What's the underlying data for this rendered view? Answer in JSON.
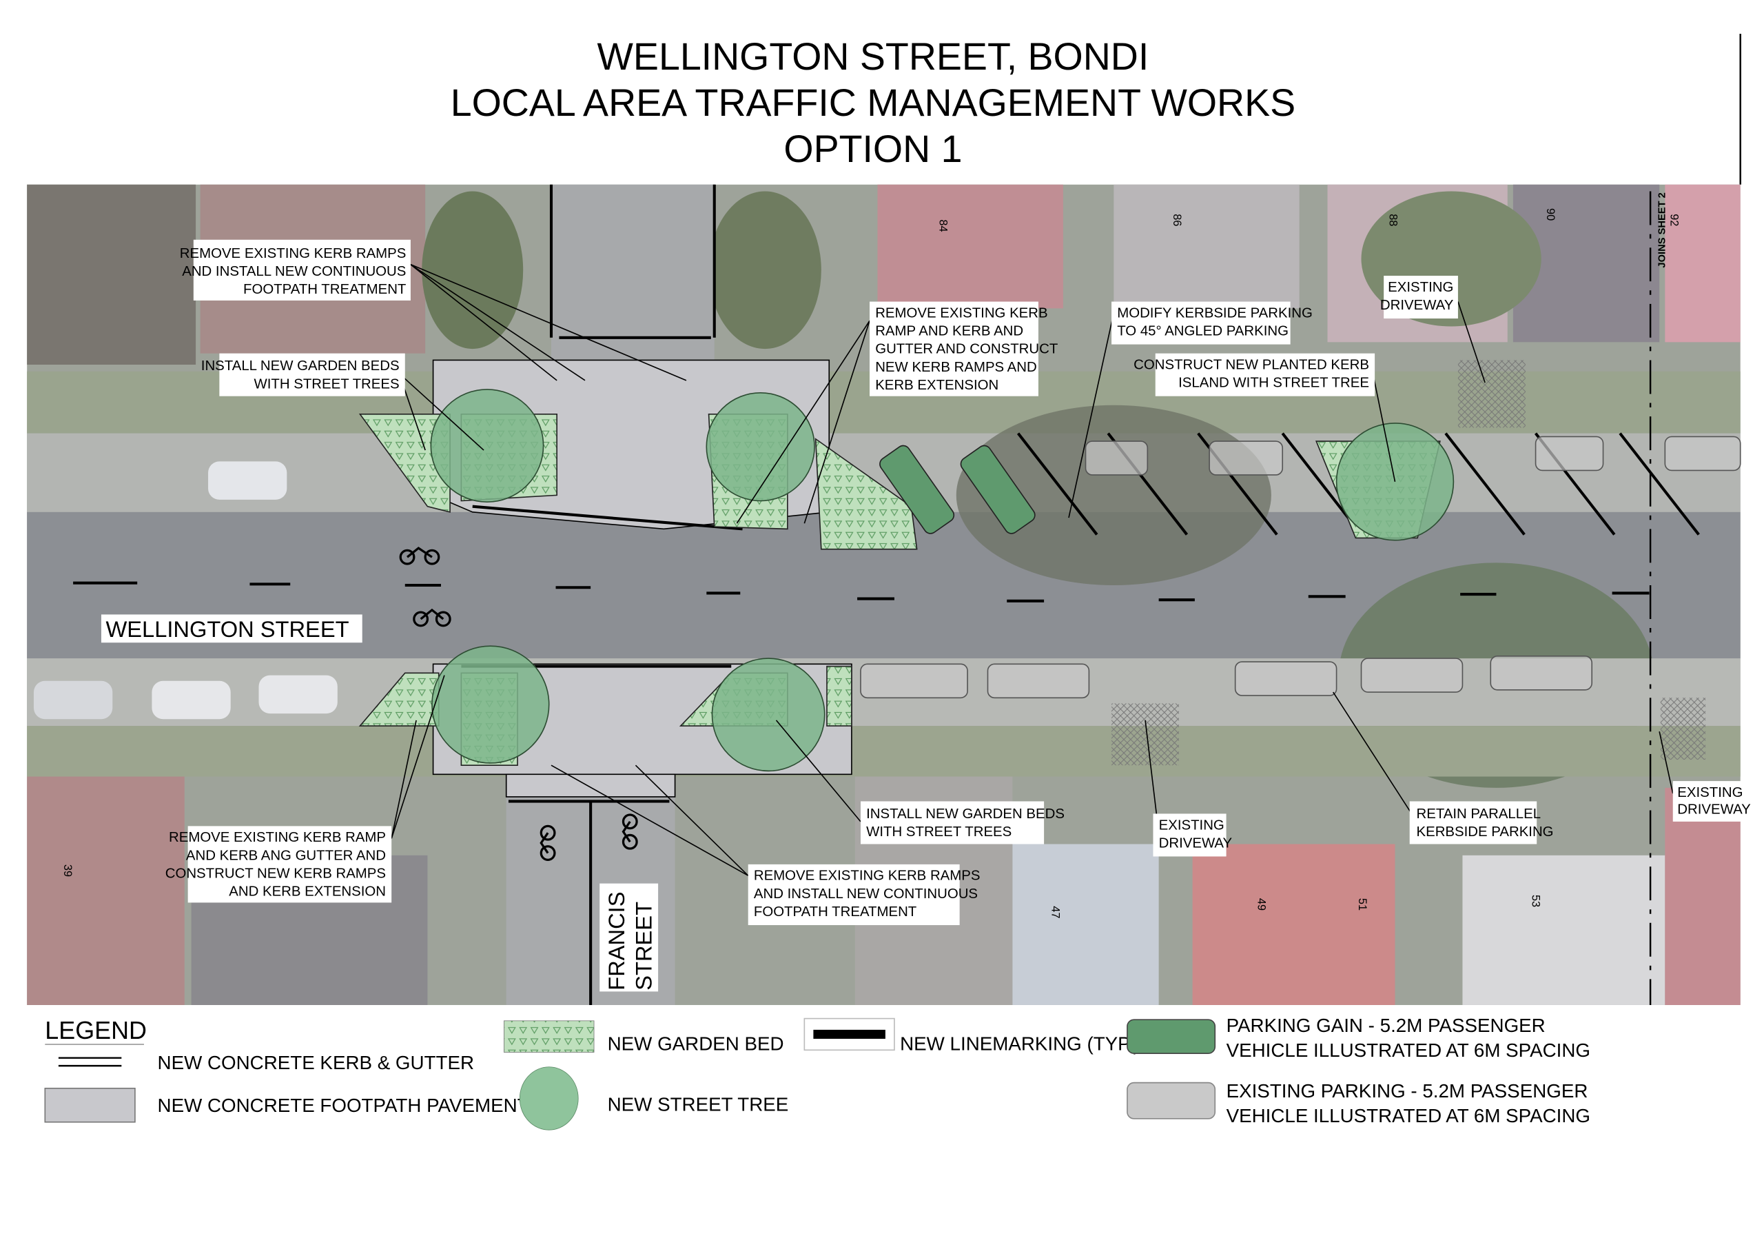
{
  "title": {
    "line1": "WELLINGTON STREET, BONDI",
    "line2": "LOCAL AREA TRAFFIC MANAGEMENT WORKS",
    "line3": "OPTION 1"
  },
  "streets": {
    "wellington": "WELLINGTON STREET",
    "francis_1": "FRANCIS",
    "francis_2": "STREET",
    "joins_sheet": "JOINS SHEET 2"
  },
  "house_numbers": [
    "84",
    "86",
    "88",
    "90",
    "92",
    "39",
    "47",
    "49",
    "51",
    "53"
  ],
  "callouts": {
    "kerb_ramps_north": [
      "REMOVE EXISTING KERB RAMPS",
      "AND INSTALL NEW CONTINUOUS",
      "FOOTPATH TREATMENT"
    ],
    "garden_beds_north": [
      "INSTALL NEW GARDEN BEDS",
      "WITH STREET TREES"
    ],
    "kerb_extension_north": [
      "REMOVE EXISTING KERB",
      "RAMP AND KERB AND",
      "GUTTER AND CONSTRUCT",
      "NEW KERB RAMPS AND",
      "KERB EXTENSION"
    ],
    "angled_parking": [
      "MODIFY KERBSIDE PARKING",
      "TO 45° ANGLED PARKING"
    ],
    "driveway_north": [
      "EXISTING",
      "DRIVEWAY"
    ],
    "kerb_island": [
      "CONSTRUCT NEW PLANTED KERB",
      "ISLAND WITH STREET TREE"
    ],
    "kerb_extension_south": [
      "REMOVE EXISTING KERB RAMP",
      "AND KERB ANG GUTTER AND",
      "CONSTRUCT NEW KERB RAMPS",
      "AND KERB EXTENSION"
    ],
    "garden_beds_south": [
      "INSTALL NEW GARDEN BEDS",
      "WITH STREET TREES"
    ],
    "kerb_ramps_south": [
      "REMOVE EXISTING KERB RAMPS",
      "AND INSTALL NEW CONTINUOUS",
      "FOOTPATH TREATMENT"
    ],
    "driveway_south": [
      "EXISTING",
      "DRIVEWAY"
    ],
    "parallel_parking": [
      "RETAIN PARALLEL",
      "KERBSIDE PARKING"
    ],
    "driveway_east": [
      "EXISTING",
      "DRIVEWAY"
    ]
  },
  "legend": {
    "heading": "LEGEND",
    "kerb_gutter": "NEW CONCRETE KERB & GUTTER",
    "footpath": "NEW CONCRETE FOOTPATH PAVEMENT",
    "garden_bed": "NEW GARDEN BED",
    "street_tree": "NEW STREET TREE",
    "linemarking": "NEW LINEMARKING (TYP.)",
    "parking_gain": [
      "PARKING GAIN - 5.2M PASSENGER",
      "VEHICLE ILLUSTRATED AT 6M SPACING"
    ],
    "existing_parking": [
      "EXISTING PARKING - 5.2M PASSENGER",
      "VEHICLE ILLUSTRATED AT 6M SPACING"
    ]
  },
  "colors": {
    "garden": "#bfe0bd",
    "tree": "#7db58b",
    "footpath": "#c8c8cc",
    "car_new": "#5f9a6e",
    "car_existing": "#c9c9c9",
    "road": "#8c8f94"
  }
}
